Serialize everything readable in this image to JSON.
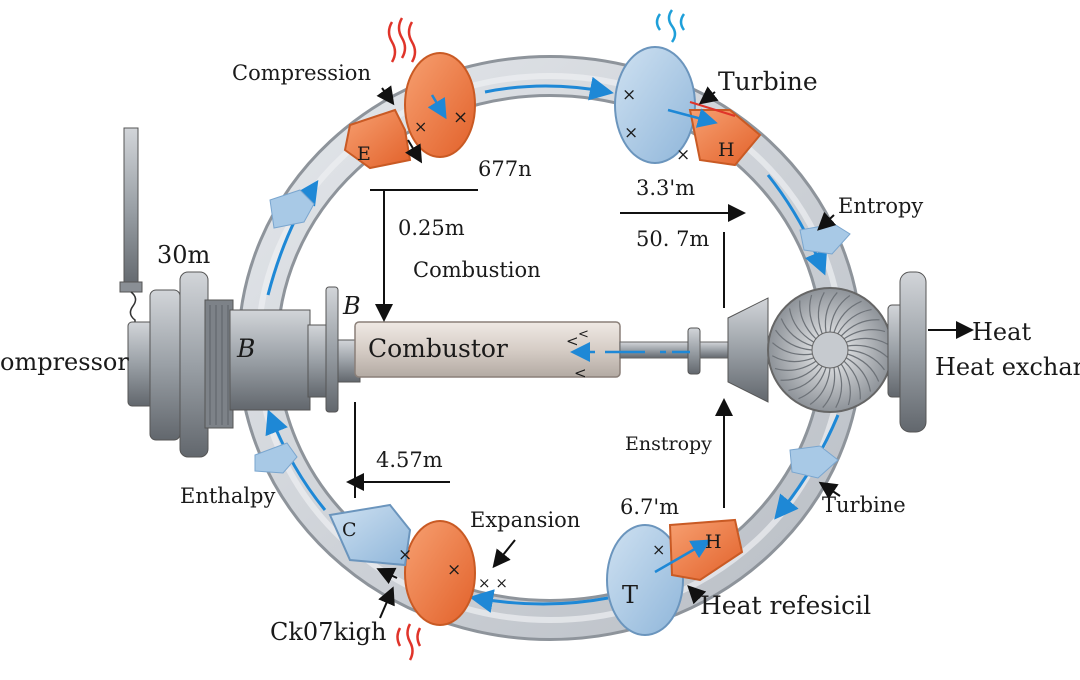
{
  "labels": {
    "compression": "Compression",
    "turbine_top": "Turbine",
    "entropy_right": "Entropy",
    "turbine_right": "Turbine",
    "heat_refesicil": "Heat refesicil",
    "expansion": "Expansion",
    "enthalpy": "Enthalpy",
    "ck07kigh": "Ck07kigh",
    "compressor": "ompressor",
    "heat": "Heat",
    "heat_exchanger": "Heat exchan",
    "combustion": "Combustion",
    "combustor": "Combustor",
    "b_left": "B",
    "b_top": "B",
    "enstropy": "Enstropy"
  },
  "measurements": {
    "m_677n": "677n",
    "m_025m": "0.25m",
    "m_33m": "3.3'm",
    "m_507m": "50. 7m",
    "m_30m": "30m",
    "m_457m": "4.57m",
    "m_67m": "6.7'm"
  },
  "unit_glyphs": {
    "top_left": "E",
    "top_right": "H",
    "bottom_left": "C",
    "bottom_right": "H",
    "bottom_t": "T"
  },
  "colors": {
    "hot": "#ee7a3f",
    "cold": "#a9c8e3",
    "flow": "#1e88d6",
    "loop": "#c7ccd2",
    "metal": "#8f949a",
    "mark": "#e0342a"
  }
}
